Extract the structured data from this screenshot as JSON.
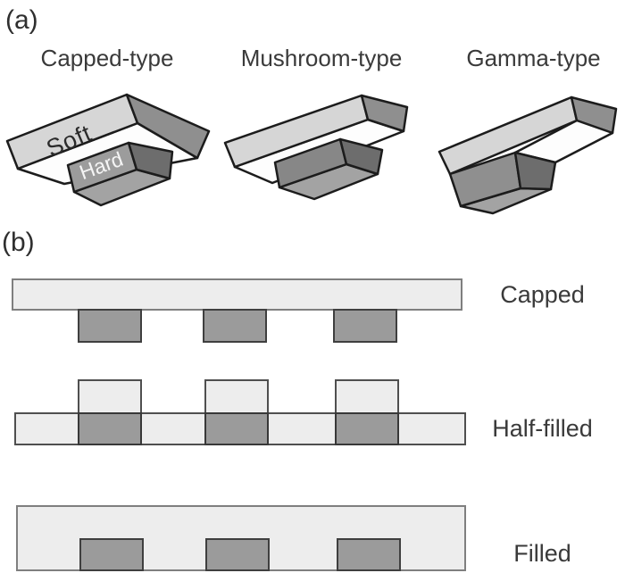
{
  "figure": {
    "panel_a": {
      "label": "(a)",
      "types": [
        {
          "title": "Capped-type",
          "soft_label": "Soft",
          "hard_label": "Hard"
        },
        {
          "title": "Mushroom-type"
        },
        {
          "title": "Gamma-type"
        }
      ]
    },
    "panel_b": {
      "label": "(b)",
      "rows": [
        {
          "label": "Capped"
        },
        {
          "label": "Half-filled"
        },
        {
          "label": "Filled"
        }
      ]
    },
    "colors": {
      "soft_face": "#d6d6d6",
      "slab_end": "#8f8f8f",
      "underside": "#fdfdfd",
      "hard_front": "#9c9c9c",
      "hard_front_mushroom": "#878787",
      "hard_front_gamma": "#8f8f8f",
      "hard_end": "#6d6d6d",
      "hard_bottom": "#a3a3a3",
      "outline": "#1c1c1c",
      "bar_fill": "#ededed",
      "bar_border_light": "#7f7f7f",
      "bar_border_dark": "#4f4f4f",
      "block_fill": "#9b9b9b",
      "block_border": "#3f3f3f",
      "soft_text": "#2b2b2b",
      "hard_text": "#f5f5f5",
      "label_text": "#3a3a3a"
    }
  }
}
